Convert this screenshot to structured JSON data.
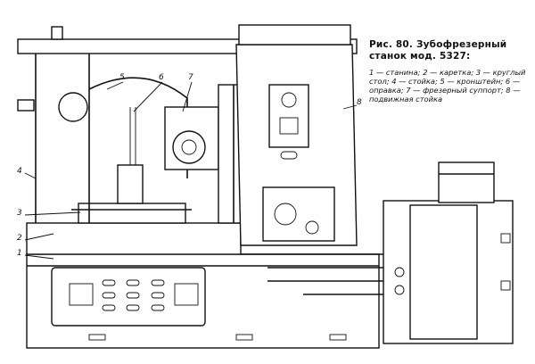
{
  "caption": {
    "title": "Рис. 80. Зубофрезерный станок мод. 5327:",
    "legend": "1 — станина; 2 — каретка; 3 — круглый стол; 4 — стойка; 5 — кронштейн; 6 — оправка; 7 — фрезерный суппорт; 8 — подвижная стойка"
  },
  "callouts": [
    "1",
    "2",
    "3",
    "4",
    "5",
    "6",
    "7",
    "8"
  ]
}
